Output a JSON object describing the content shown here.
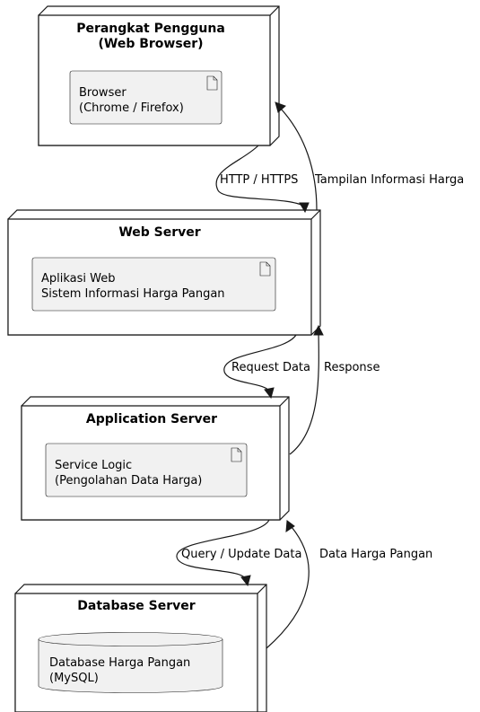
{
  "nodes": {
    "user_device": {
      "title_line1": "Perangkat Pengguna",
      "title_line2": "(Web Browser)",
      "artifact_line1": "Browser",
      "artifact_line2": "(Chrome / Firefox)"
    },
    "web_server": {
      "title": "Web Server",
      "artifact_line1": "Aplikasi Web",
      "artifact_line2": "Sistem Informasi Harga Pangan"
    },
    "app_server": {
      "title": "Application Server",
      "artifact_line1": "Service Logic",
      "artifact_line2": "(Pengolahan Data Harga)"
    },
    "db_server": {
      "title": "Database Server",
      "database_line1": "Database Harga Pangan",
      "database_line2": "(MySQL)"
    }
  },
  "edges": {
    "http": "HTTP / HTTPS",
    "display_price": "Tampilan Informasi Harga",
    "request_data": "Request Data",
    "response": "Response",
    "query_update": "Query / Update Data",
    "price_data": "Data Harga Pangan"
  }
}
